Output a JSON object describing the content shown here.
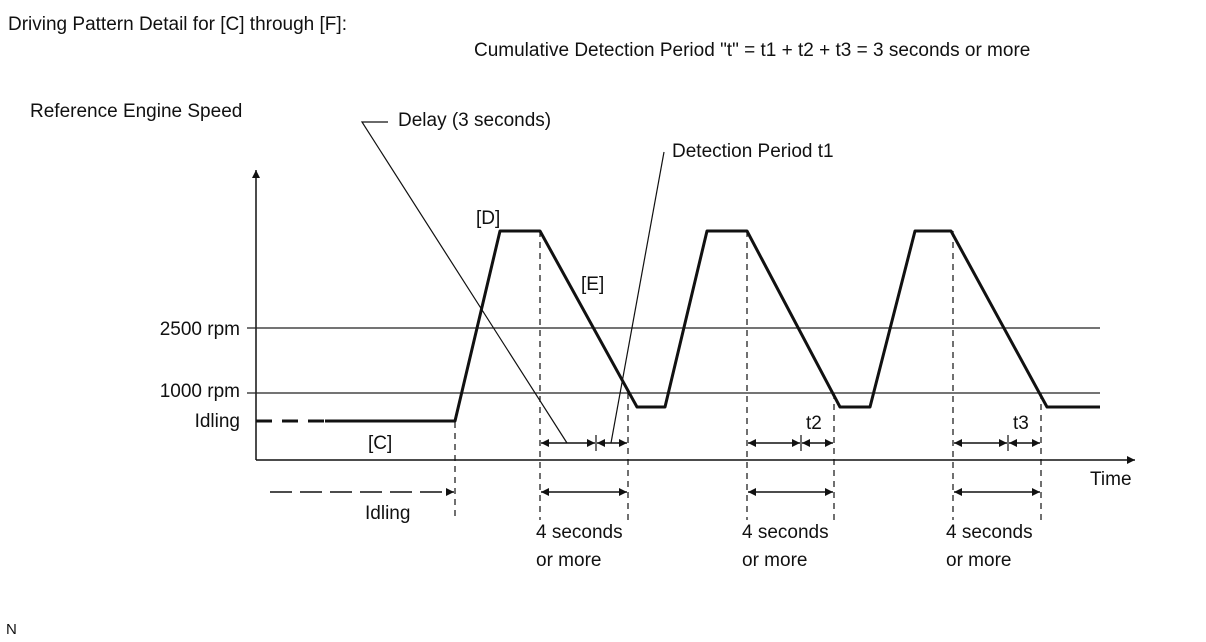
{
  "header": {
    "title": "Driving Pattern Detail for [C] through [F]:",
    "cumulative_note": "Cumulative Detection Period \"t\" = t1 + t2 + t3 = 3 seconds or more"
  },
  "axes": {
    "y_label": "Reference Engine Speed",
    "x_label": "Time",
    "levels": {
      "high": "2500 rpm",
      "mid": "1000 rpm",
      "idle": "Idling"
    }
  },
  "callouts": {
    "delay": "Delay (3 seconds)",
    "detection_t1": "Detection Period t1"
  },
  "segments": {
    "c": "[C]",
    "d": "[D]",
    "e": "[E]"
  },
  "periods": {
    "t2": "t2",
    "t3": "t3"
  },
  "bottom": {
    "idling": "Idling",
    "duration_line1": "4 seconds",
    "duration_line2": "or more"
  },
  "footer": {
    "mark": "N"
  }
}
